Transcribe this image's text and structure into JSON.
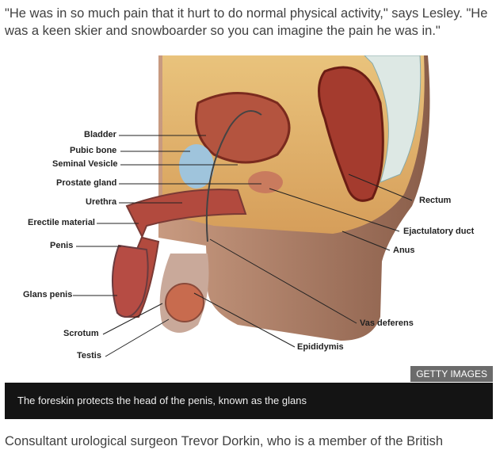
{
  "article": {
    "paragraph_1": "\"He was in so much pain that it hurt to do normal physical activity,\" says Lesley. \"He was a keen skier and snowboarder so you can imagine the pain he was in.\"",
    "paragraph_2": "Consultant urological surgeon Trevor Dorkin, who is a member of the British"
  },
  "figure": {
    "credit": "GETTY IMAGES",
    "caption": "The foreskin protects the head of the penis, known as the glans",
    "labels_left": [
      "Bladder",
      "Pubic bone",
      "Seminal Vesicle",
      "Prostate gland",
      "Urethra",
      "Erectile material",
      "Penis",
      "Glans penis",
      "Scrotum",
      "Testis"
    ],
    "labels_right": [
      "Rectum",
      "Ejactulatory duct",
      "Anus",
      "Vas deferens",
      "Epididymis"
    ]
  }
}
